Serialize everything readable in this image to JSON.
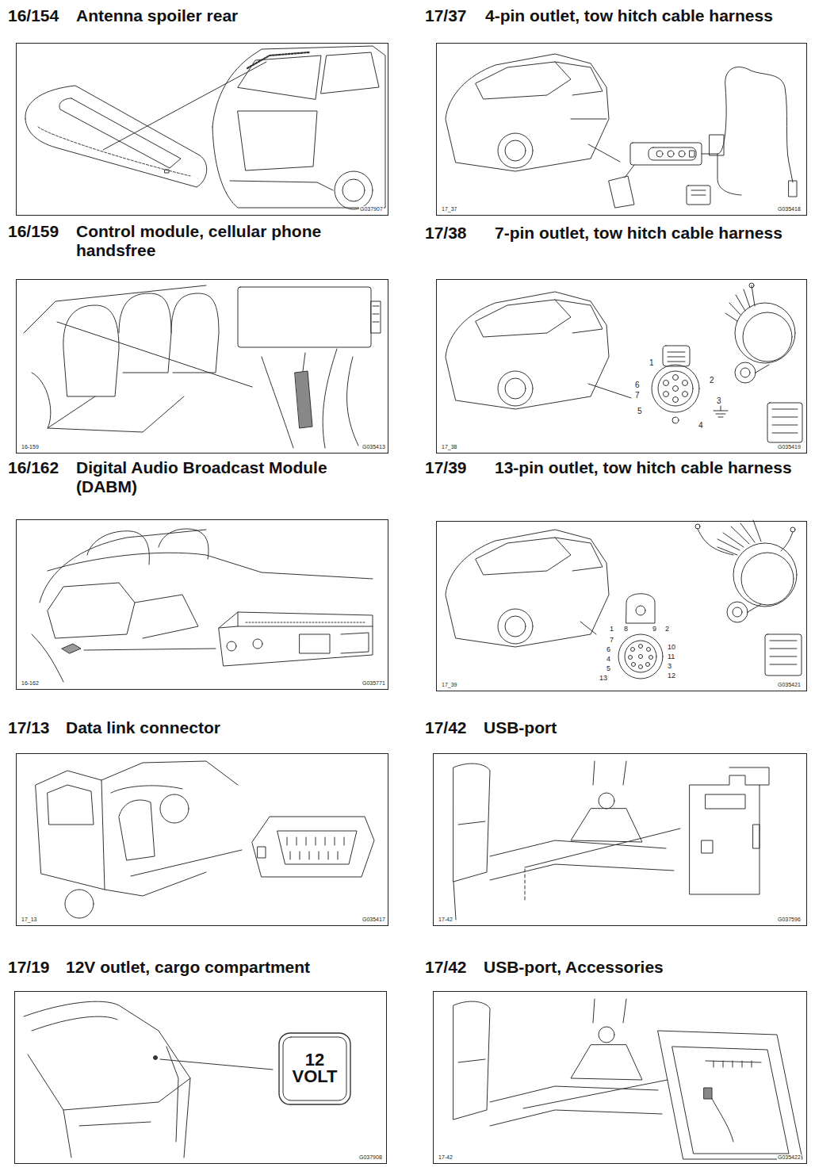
{
  "diagram": {
    "nodes": [
      {
        "text": [
          "16/154",
          "Antenna spoiler rear"
        ]
      },
      {
        "text": [
          "17/37",
          "4-pin outlet, tow hitch cable harness"
        ]
      },
      {
        "text": [
          "16/159",
          "Control module, cellular phone handsfree"
        ]
      },
      {
        "text": [
          "17/38",
          "7-pin outlet, tow hitch cable harness"
        ]
      },
      {
        "text": [
          "16/162",
          "Digital Audio Broadcast Module (DABM)"
        ]
      },
      {
        "text": [
          "17/39",
          "13-pin outlet, tow hitch cable harness"
        ]
      },
      {
        "text": [
          "17/13",
          "Data link connector"
        ]
      },
      {
        "text": [
          "17/42",
          "USB-port"
        ]
      },
      {
        "text": [
          "17/19",
          "12V outlet, cargo compartment"
        ]
      },
      {
        "text": [
          "17/42",
          "USB-port, Accessories"
        ]
      }
    ],
    "labels": [
      "G037907",
      "17_37",
      "G035418",
      "16-159",
      "G035413",
      "1",
      "2",
      "6",
      "7",
      "3",
      "5",
      "4",
      "17_38",
      "G035419",
      "16-162",
      "G035771",
      "1",
      "8",
      "9",
      "2",
      "7",
      "10",
      "6",
      "11",
      "4",
      "3",
      "5",
      "12",
      "13",
      "17_39",
      "G035421",
      "17_13",
      "G035417",
      "17-42",
      "G037596",
      "12 VOLT",
      "G037908",
      "17-42",
      "G035422"
    ]
  }
}
